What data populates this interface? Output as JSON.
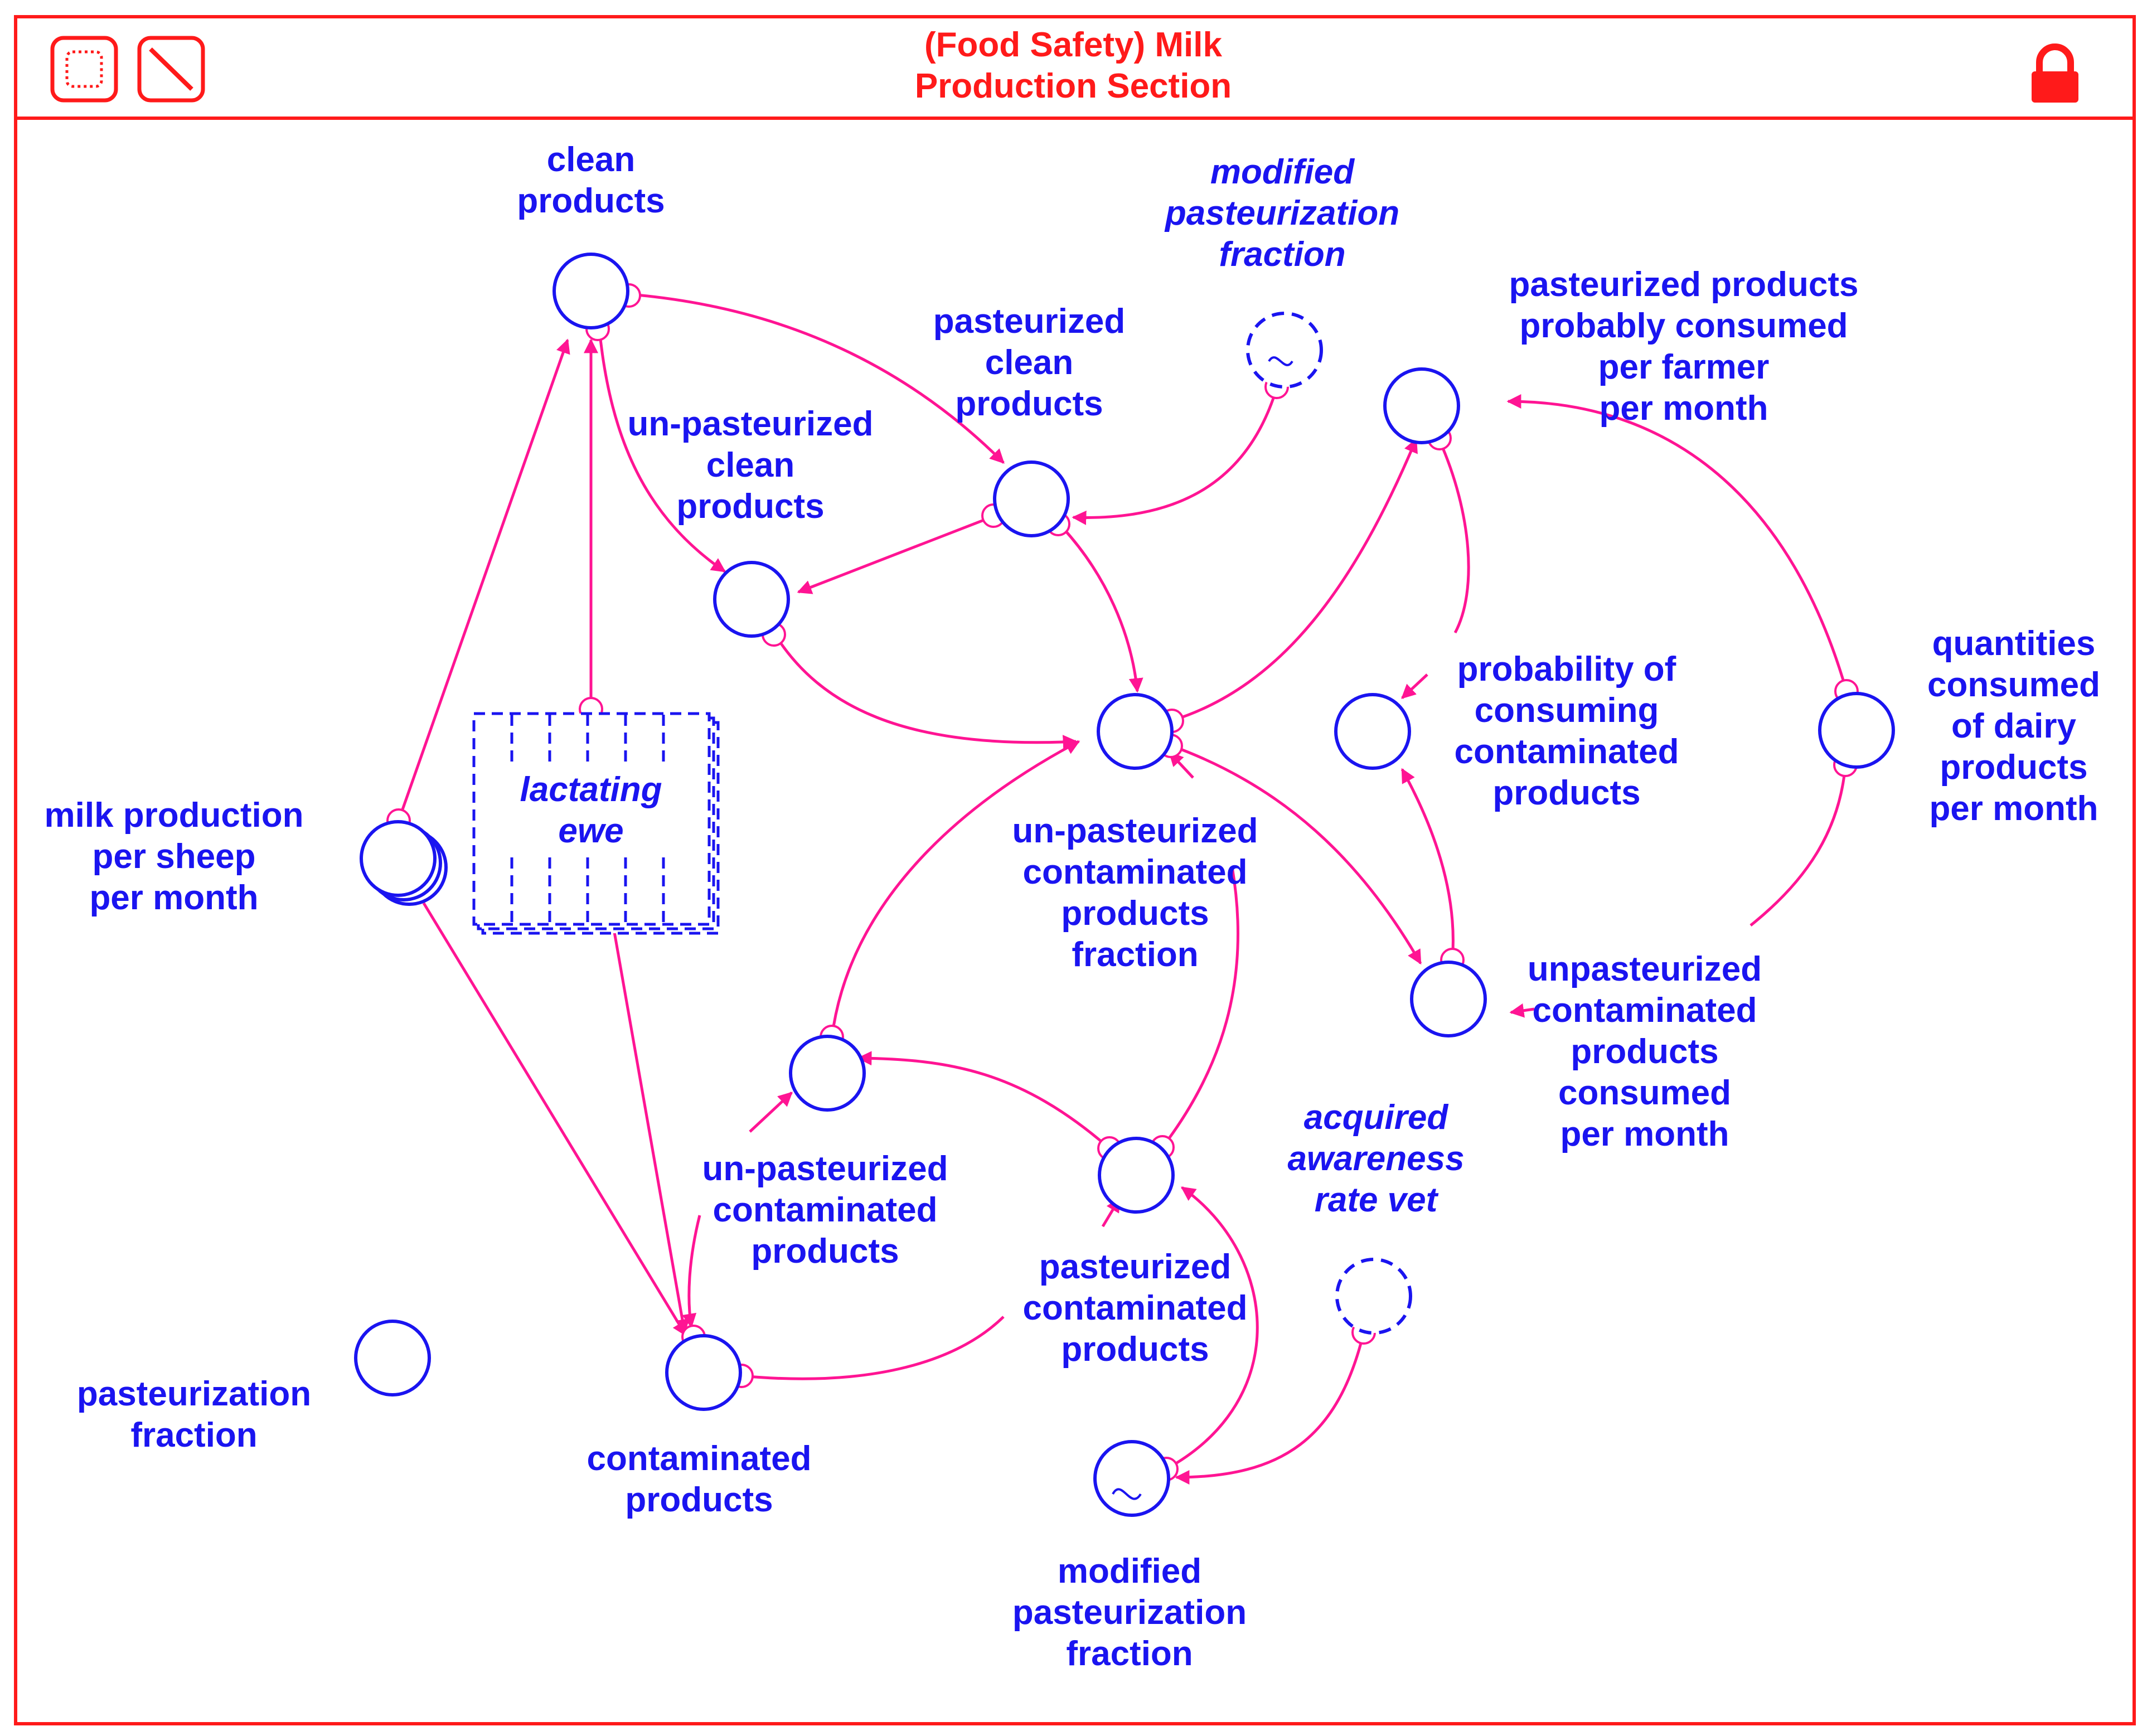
{
  "window": {
    "title_lines": [
      "(Food Safety) Milk",
      "Production Section"
    ],
    "buttons": [
      {
        "name": "dotted-frame-button",
        "icon": "dotted-square-icon"
      },
      {
        "name": "slash-frame-button",
        "icon": "diagonal-slash-icon"
      }
    ],
    "lock_icon": "lock-icon"
  },
  "colors": {
    "frame": "#ff1a1a",
    "node": "#1a14f0",
    "link": "#ff1493",
    "background": "#ffffff"
  },
  "nodes": {
    "clean_products": {
      "lines": [
        "clean",
        "products"
      ]
    },
    "modified_pasteurization_fraction_ghost": {
      "lines": [
        "modified",
        "pasteurization",
        "fraction"
      ],
      "italic": true
    },
    "pasteurized_clean_products": {
      "lines": [
        "pasteurized",
        "clean",
        "products"
      ]
    },
    "unpasteurized_clean_products": {
      "lines": [
        "un-pasteurized",
        "clean",
        "products"
      ]
    },
    "pasteurized_products_probably_consumed": {
      "lines": [
        "pasteurized products",
        "probably consumed",
        "per farmer",
        "per month"
      ]
    },
    "probability_consuming_contaminated": {
      "lines": [
        "probability of",
        "consuming",
        "contaminated",
        "products"
      ]
    },
    "quantities_consumed_dairy": {
      "lines": [
        "quantities",
        "consumed",
        "of dairy",
        "products",
        "per month"
      ]
    },
    "milk_production_per_sheep": {
      "lines": [
        "milk production",
        "per sheep",
        "per month"
      ]
    },
    "lactating_ewe": {
      "lines": [
        "lactating",
        "ewe"
      ],
      "italic": true
    },
    "unpasteurized_contaminated_fraction": {
      "lines": [
        "un-pasteurized",
        "contaminated",
        "products",
        "fraction"
      ]
    },
    "unpasteurized_contaminated_consumed": {
      "lines": [
        "unpasteurized",
        "contaminated",
        "products",
        "consumed",
        "per month"
      ]
    },
    "unpasteurized_contaminated_products": {
      "lines": [
        "un-pasteurized",
        "contaminated",
        "products"
      ]
    },
    "acquired_awareness_rate_vet": {
      "lines": [
        "acquired",
        "awareness",
        "rate vet"
      ],
      "italic": true
    },
    "pasteurized_contaminated_products": {
      "lines": [
        "pasteurized",
        "contaminated",
        "products"
      ]
    },
    "pasteurization_fraction": {
      "lines": [
        "pasteurization",
        "fraction"
      ]
    },
    "contaminated_products": {
      "lines": [
        "contaminated",
        "products"
      ]
    },
    "modified_pasteurization_fraction": {
      "lines": [
        "modified",
        "pasteurization",
        "fraction"
      ]
    }
  }
}
